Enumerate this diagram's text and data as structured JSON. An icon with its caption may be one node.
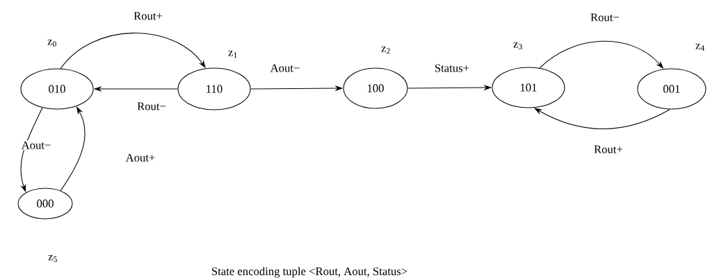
{
  "diagram": {
    "caption": "State encoding tuple <Rout, Aout, Status>",
    "nodes": [
      {
        "text": [
          "010"
        ],
        "beside": [
          "z$_{0}$"
        ]
      },
      {
        "text": [
          "110"
        ],
        "beside": [
          "z$_{1}$"
        ]
      },
      {
        "text": [
          "100"
        ],
        "beside": [
          "z$_{2}$"
        ]
      },
      {
        "text": [
          "101"
        ],
        "beside": [
          "z$_{3}$"
        ]
      },
      {
        "text": [
          "001"
        ],
        "beside": [
          "z$_{4}$"
        ]
      },
      {
        "text": [
          "000"
        ],
        "beside": [
          "z$_{5}$"
        ]
      }
    ],
    "edges": [
      {
        "from": 0,
        "to": 1,
        "arrow": "to",
        "label": "Rout+"
      },
      {
        "from": 1,
        "to": 0,
        "arrow": "to",
        "label": "Rout−"
      },
      {
        "from": 1,
        "to": 2,
        "arrow": "to",
        "label": "Aout−"
      },
      {
        "from": 2,
        "to": 3,
        "arrow": "to",
        "label": "Status+"
      },
      {
        "from": 3,
        "to": 4,
        "arrow": "to",
        "label": "Rout−"
      },
      {
        "from": 4,
        "to": 3,
        "arrow": "to",
        "label": "Rout+"
      },
      {
        "from": 0,
        "to": 5,
        "arrow": "to",
        "label": "Aout−"
      },
      {
        "from": 5,
        "to": 0,
        "arrow": "to",
        "label": "Aout+"
      }
    ]
  }
}
